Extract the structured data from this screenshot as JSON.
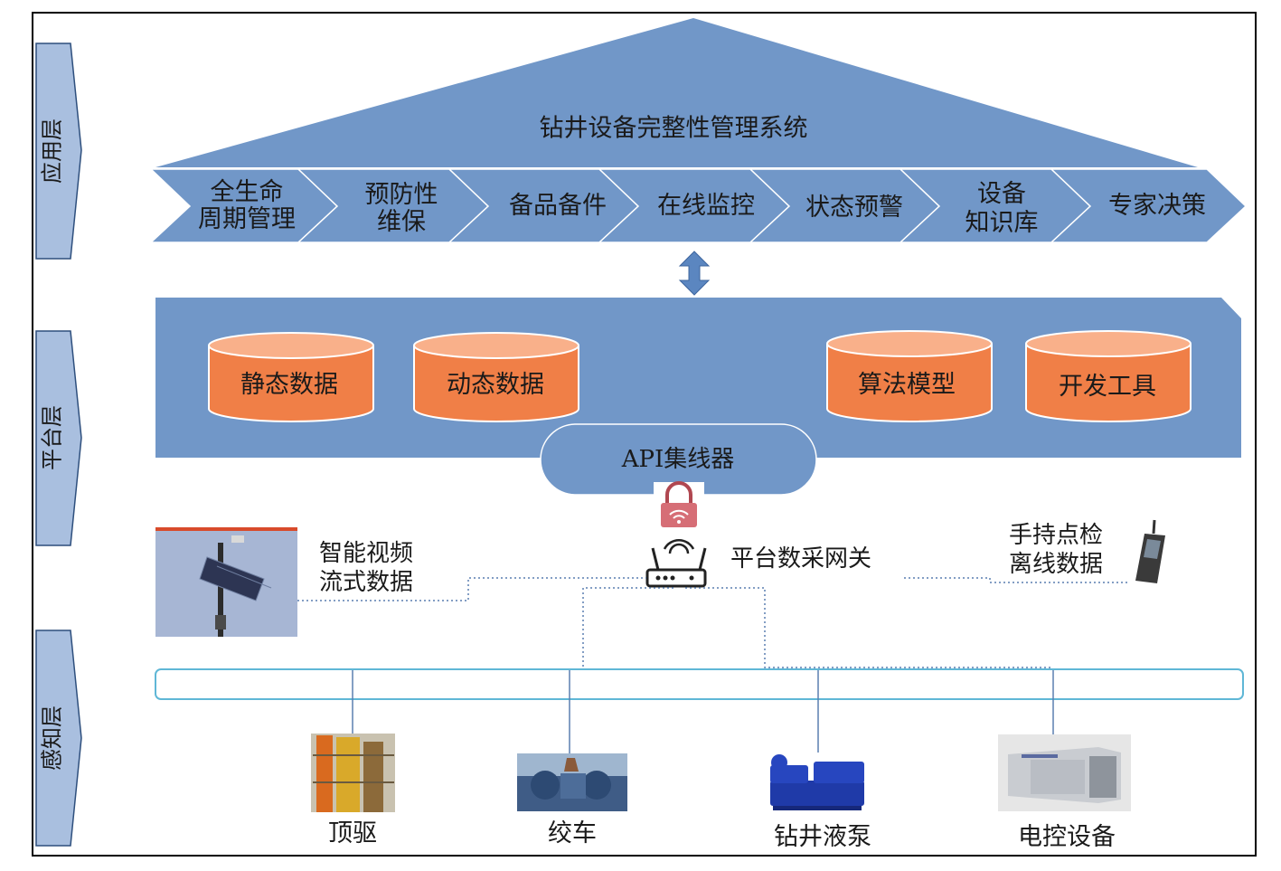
{
  "layers": {
    "application": "应用层",
    "platform": "平台层",
    "perception": "感知层"
  },
  "system_title": "钻井设备完整性管理系统",
  "app_modules": [
    "全生命\n周期管理",
    "预防性\n维保",
    "备品备件",
    "在线监控",
    "状态预警",
    "设备\n知识库",
    "专家决策"
  ],
  "platform": {
    "databases": [
      "静态数据",
      "动态数据",
      "算法模型",
      "开发工具"
    ],
    "hub": "API集线器"
  },
  "network": {
    "gateway": "平台数采网关",
    "video": "智能视频\n流式数据",
    "handheld": "手持点检\n离线数据"
  },
  "devices": [
    "顶驱",
    "绞车",
    "钻井液泵",
    "电控设备"
  ],
  "colors": {
    "layer_tab": "#a9bfdf",
    "system_blue": "#7197c8",
    "database_orange": "#f07f47",
    "database_top": "#f9b08a",
    "bus_outline": "#5fb7d6"
  },
  "icons": [
    "double-arrow-icon",
    "lock-wifi-icon",
    "router-icon",
    "handheld-terminal-icon",
    "camera-pole-photo",
    "top-drive-photo",
    "drawworks-photo",
    "mud-pump-photo",
    "control-cabinet-photo"
  ]
}
